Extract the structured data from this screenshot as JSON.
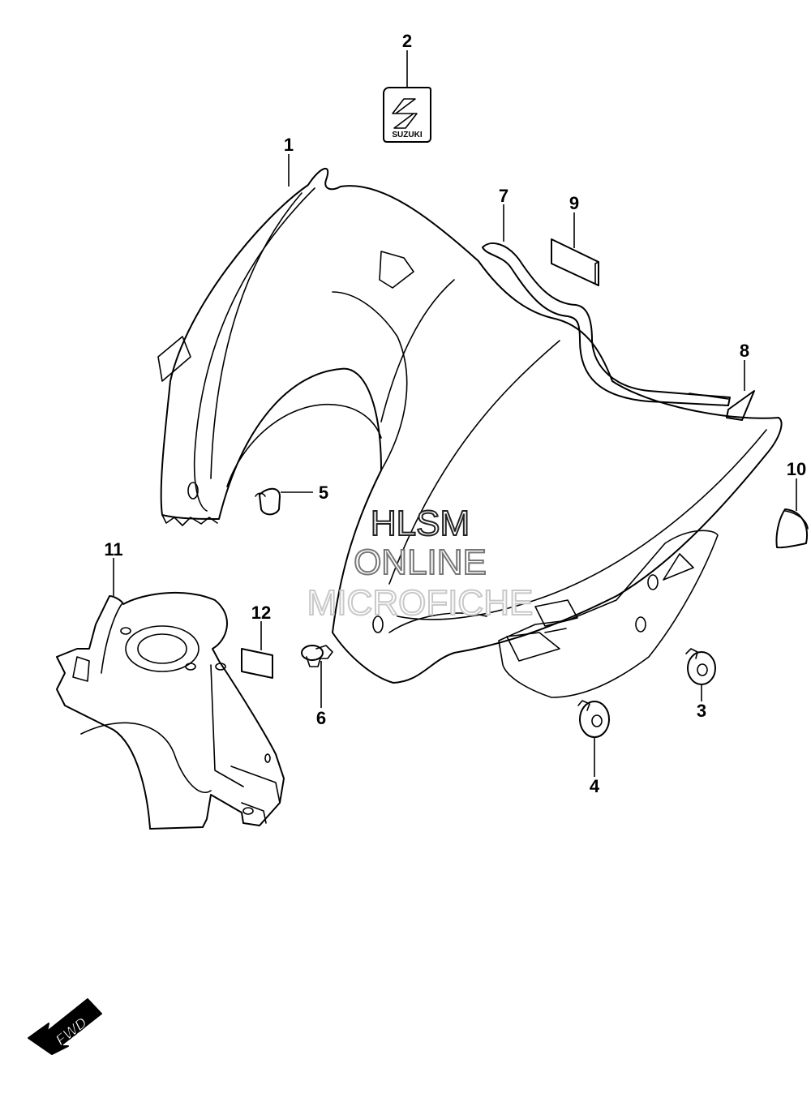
{
  "callouts": {
    "c1": "1",
    "c2": "2",
    "c3": "3",
    "c4": "4",
    "c5": "5",
    "c6": "6",
    "c7": "7",
    "c8": "8",
    "c9": "9",
    "c10": "10",
    "c11": "11",
    "c12": "12"
  },
  "emblem_text": "SUZUKI",
  "watermark": {
    "line1": "HLSM",
    "line2": "ONLINE",
    "line3": "MICROFICHE"
  },
  "direction_label": "FWD"
}
